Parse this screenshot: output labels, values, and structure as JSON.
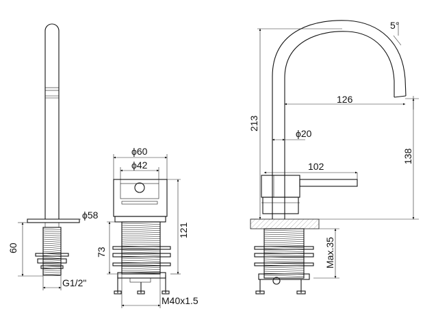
{
  "labels": {
    "spout_phi": "ϕ58",
    "spout_height": "60",
    "spout_thread": "G1/2\"",
    "body_phi_outer": "ϕ60",
    "body_phi_inner": "ϕ42",
    "body_height": "121",
    "body_shank": "73",
    "body_thread": "M40x1.5",
    "tap_angle": "5°",
    "tap_height_total": "213",
    "tap_reach": "126",
    "tap_phi": "ϕ20",
    "tap_lever": "102",
    "tap_spout_height": "138",
    "tap_max_deck": "Max.35"
  },
  "colors": {
    "line": "#111111",
    "background": "#ffffff",
    "deck_fill": "#e6e6e6"
  }
}
